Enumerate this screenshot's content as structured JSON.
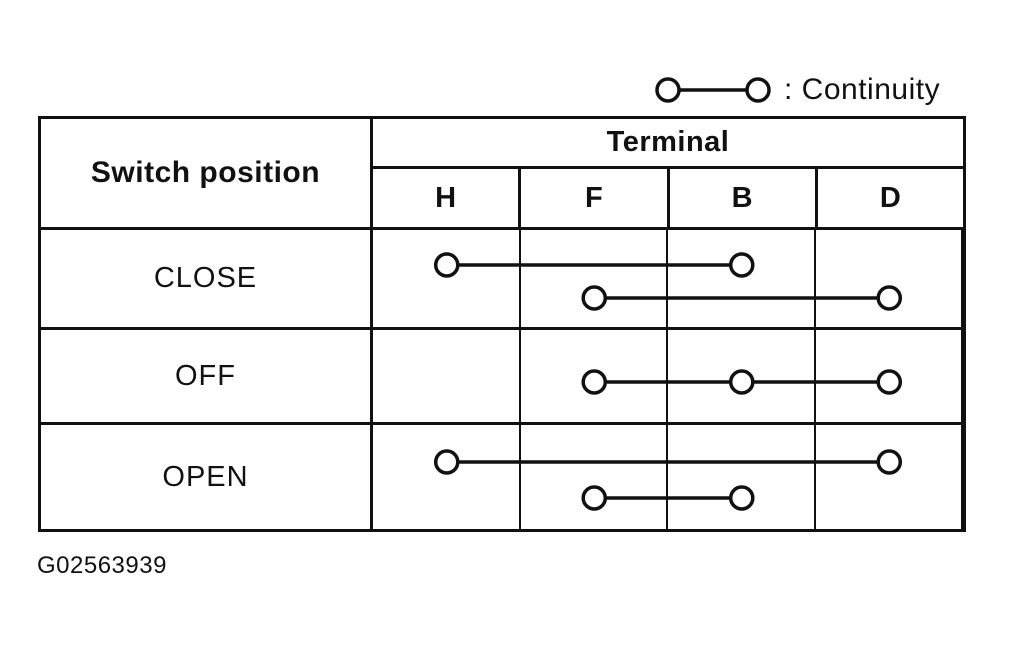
{
  "legend": {
    "symbol": "continuity-symbol",
    "label": ": Continuity"
  },
  "table": {
    "switch_header": "Switch position",
    "terminal_header": "Terminal",
    "terminals": [
      "H",
      "F",
      "B",
      "D"
    ],
    "rows": [
      {
        "label": "CLOSE",
        "connections": [
          [
            "H",
            "B"
          ],
          [
            "F",
            "D"
          ]
        ]
      },
      {
        "label": "OFF",
        "connections": [
          [
            "F",
            "B",
            "D"
          ]
        ]
      },
      {
        "label": "OPEN",
        "connections": [
          [
            "H",
            "D"
          ],
          [
            "F",
            "B"
          ]
        ]
      }
    ]
  },
  "footer": {
    "figure_id": "G02563939"
  },
  "colors": {
    "ink": "#111111",
    "background": "#ffffff"
  }
}
